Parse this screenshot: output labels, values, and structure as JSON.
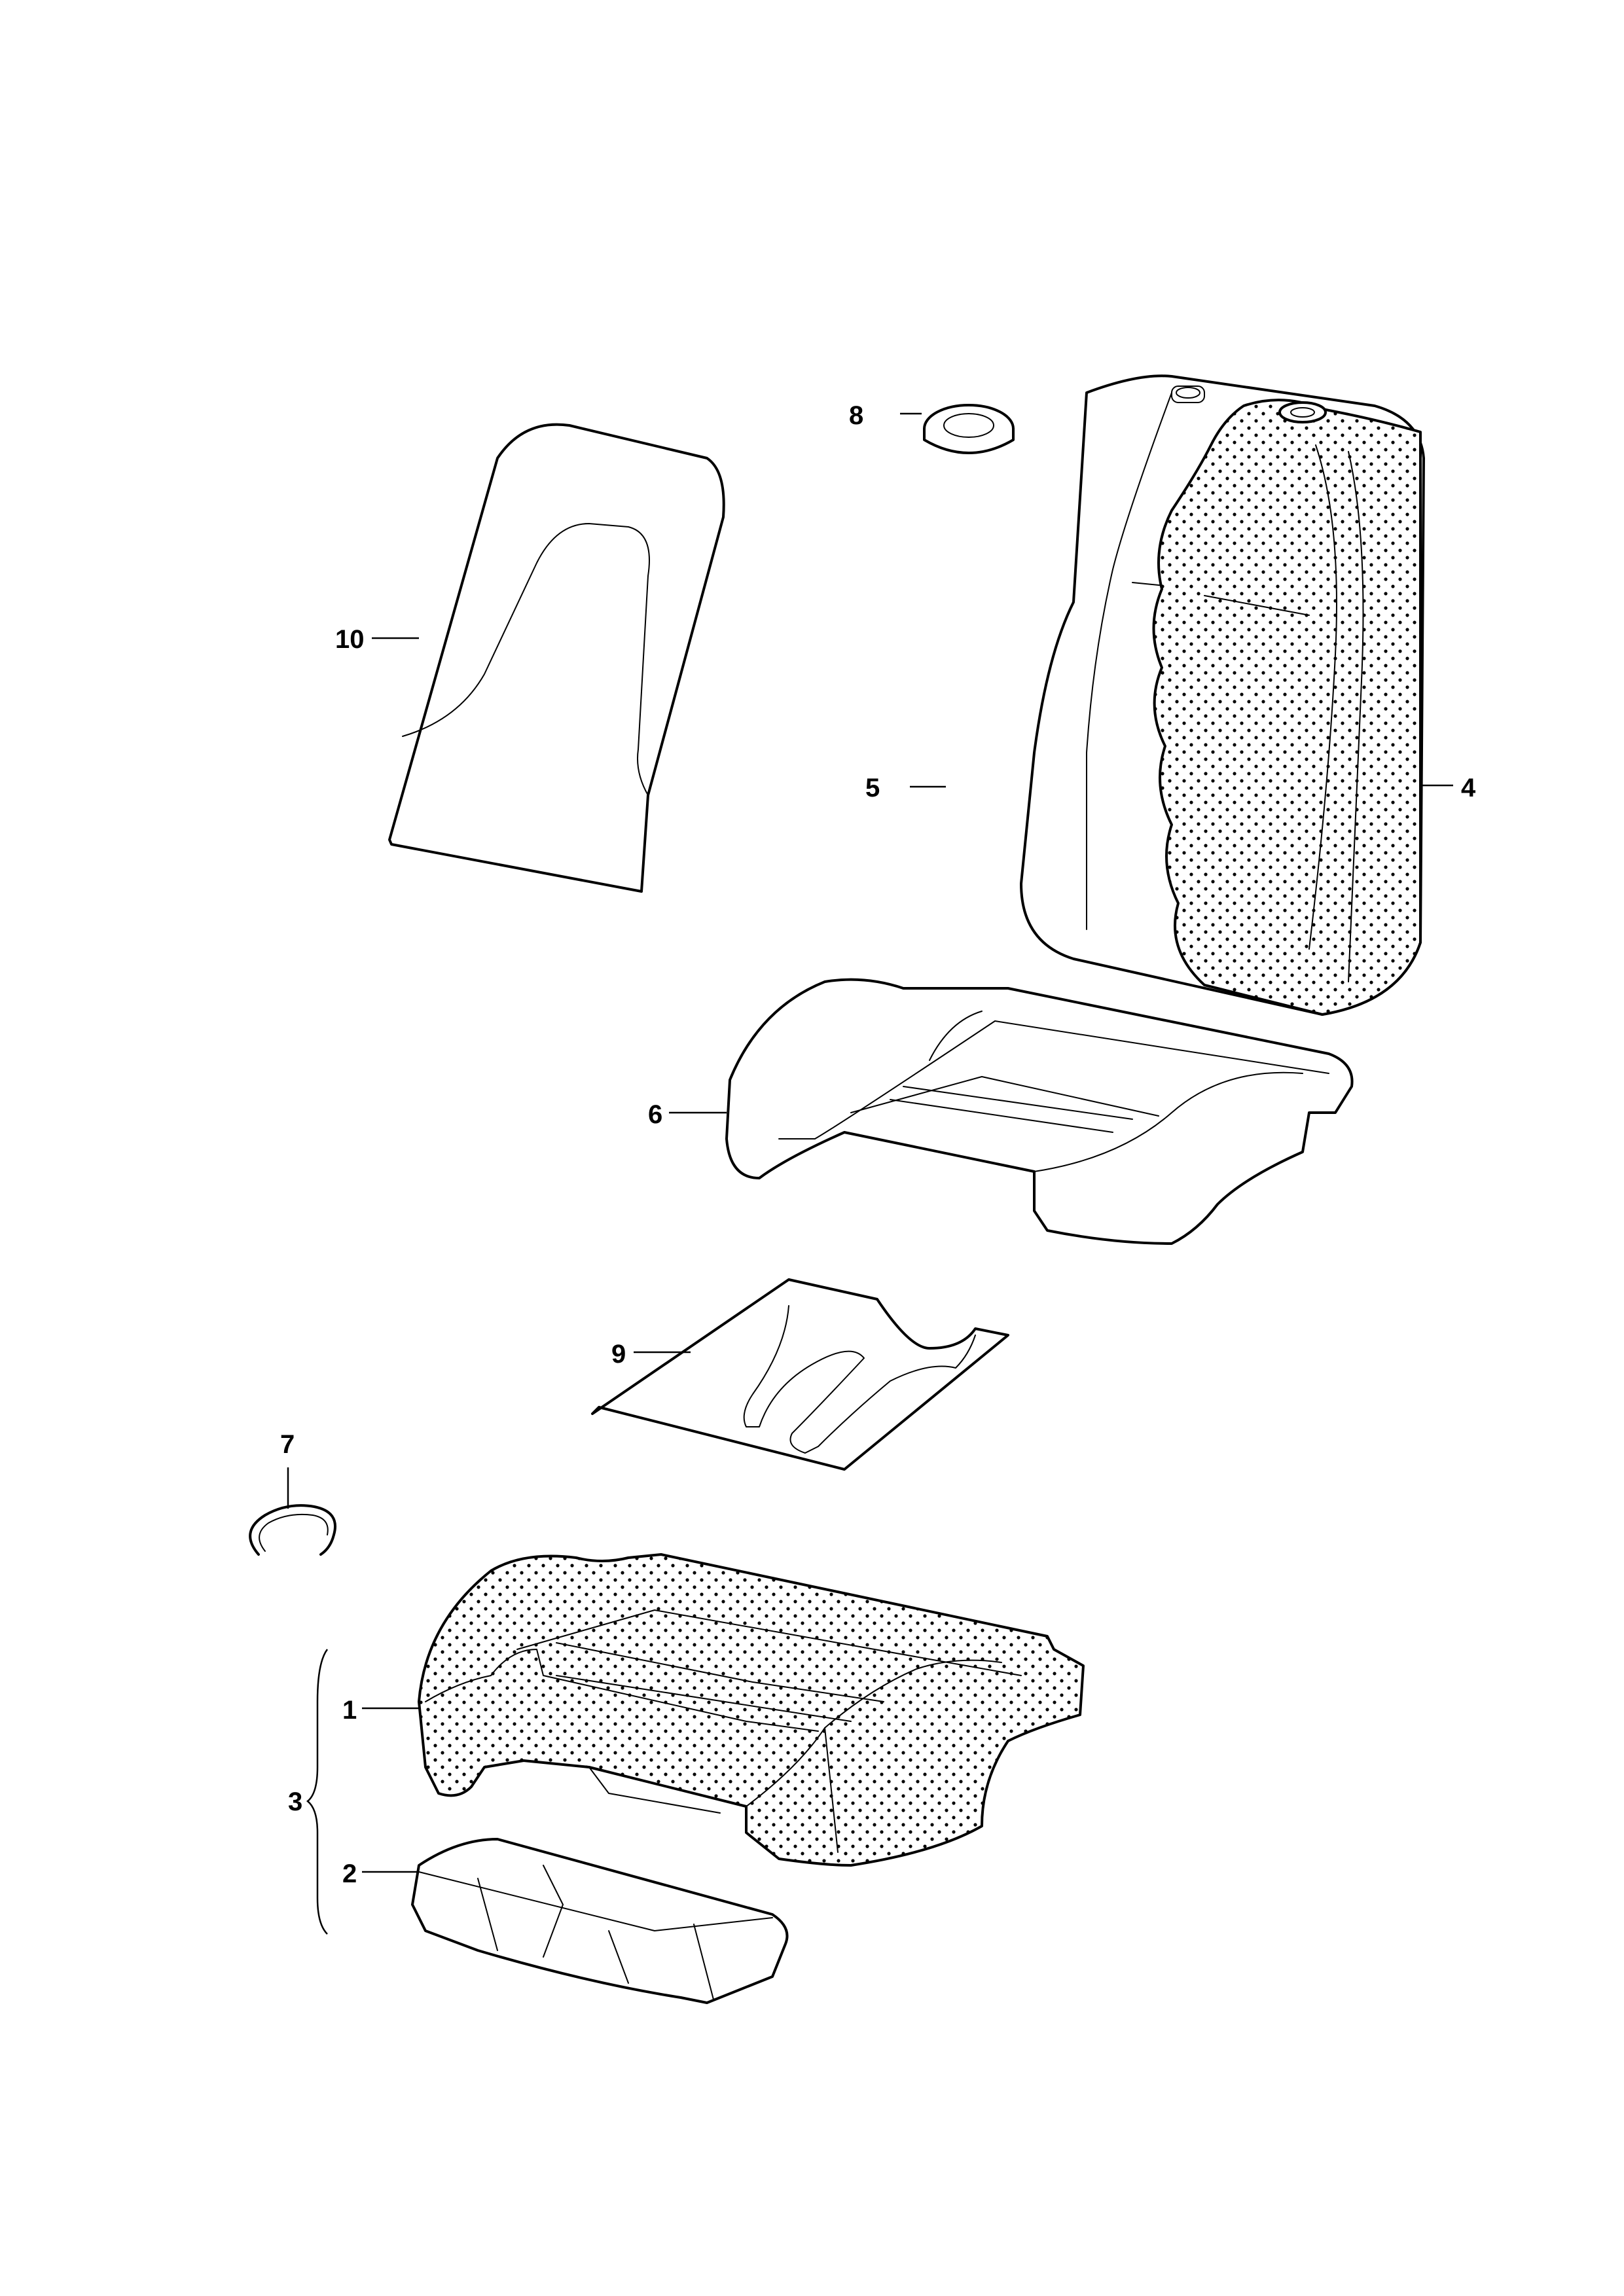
{
  "diagram": {
    "parts": [
      {
        "id": "1",
        "label": "1"
      },
      {
        "id": "2",
        "label": "2"
      },
      {
        "id": "3",
        "label": "3"
      },
      {
        "id": "4",
        "label": "4"
      },
      {
        "id": "5",
        "label": "5"
      },
      {
        "id": "6",
        "label": "6"
      },
      {
        "id": "7",
        "label": "7"
      },
      {
        "id": "8",
        "label": "8"
      },
      {
        "id": "9",
        "label": "9"
      },
      {
        "id": "10",
        "label": "10"
      }
    ]
  }
}
